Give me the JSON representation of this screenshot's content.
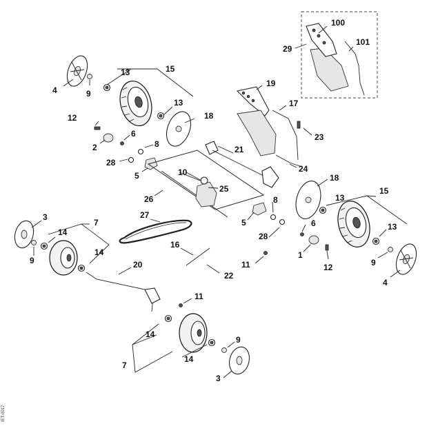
{
  "figure_id": "IET-0017",
  "callouts": [
    "1",
    "2",
    "3",
    "4",
    "5",
    "6",
    "7",
    "8",
    "9",
    "10",
    "11",
    "12",
    "13",
    "14",
    "15",
    "16",
    "17",
    "18",
    "19",
    "20",
    "21",
    "22",
    "23",
    "24",
    "25",
    "26",
    "27",
    "28",
    "29",
    "100",
    "101"
  ]
}
